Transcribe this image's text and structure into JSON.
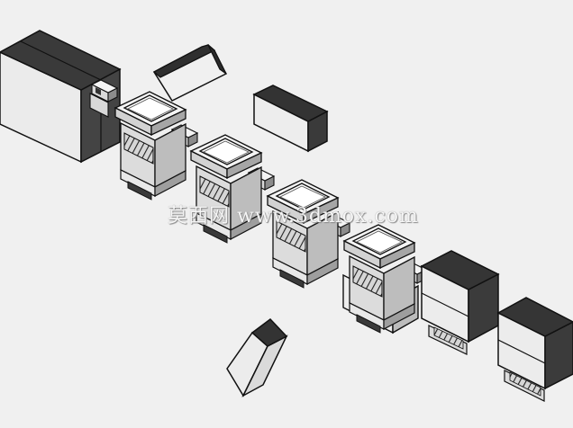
{
  "image": {
    "subject": "isometric line-drawing render of a modular assembly: a large box unit, a chain of rectangular connector housings with vented hoods, stacked box modules, and three loose box pieces",
    "style": "grey-shaded CAD illustration",
    "watermark": "莫西网 www.3dmox.com",
    "colors": {
      "background": "#f0f0f0",
      "light_face": "#e9e9e9",
      "mid_face": "#cfcfcf",
      "dark_face": "#3c3c3c",
      "outline": "#111111"
    }
  }
}
